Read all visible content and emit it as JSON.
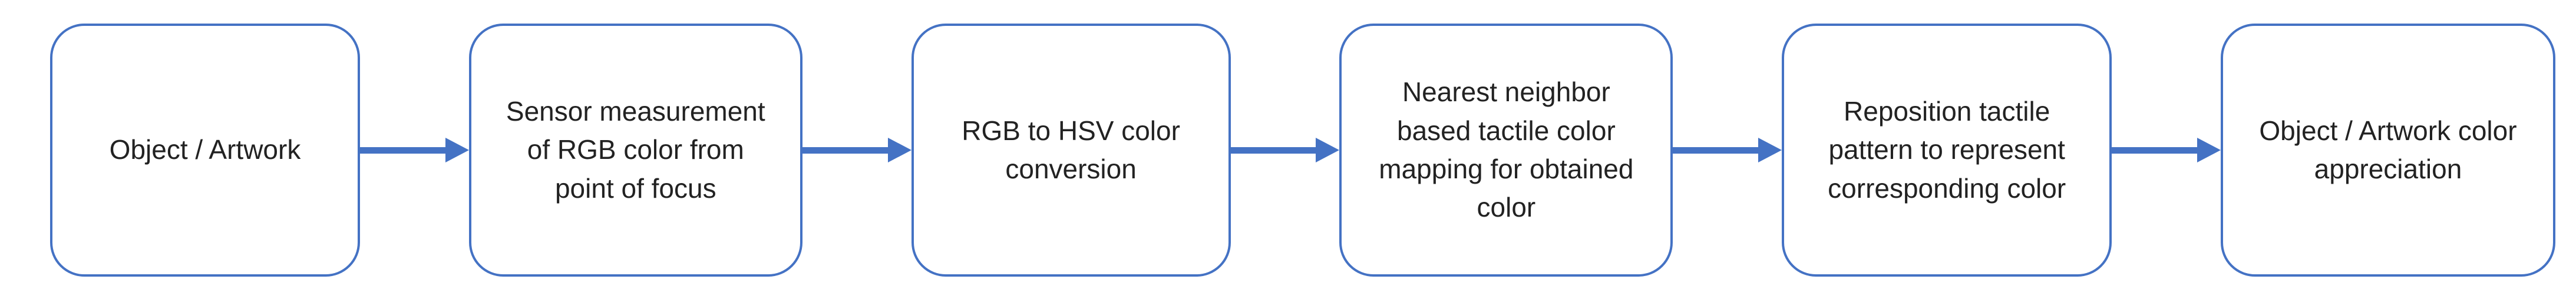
{
  "diagram": {
    "type": "flowchart",
    "direction": "left-to-right",
    "background_color": "#ffffff",
    "accent_color": "#4472c4",
    "text_color": "#222222",
    "boxes": [
      {
        "label": "Object / Artwork"
      },
      {
        "label": "Sensor measurement\nof RGB color from\npoint of focus"
      },
      {
        "label": "RGB to HSV color\nconversion"
      },
      {
        "label": "Nearest neighbor\nbased tactile color\nmapping for obtained\ncolor"
      },
      {
        "label": "Reposition tactile\npattern to represent\ncorresponding color"
      },
      {
        "label": "Object / Artwork color\nappreciation"
      }
    ],
    "connectors": [
      {
        "from": 1,
        "to": 2
      },
      {
        "from": 2,
        "to": 3
      },
      {
        "from": 3,
        "to": 4
      },
      {
        "from": 4,
        "to": 5
      },
      {
        "from": 5,
        "to": 6
      }
    ]
  }
}
